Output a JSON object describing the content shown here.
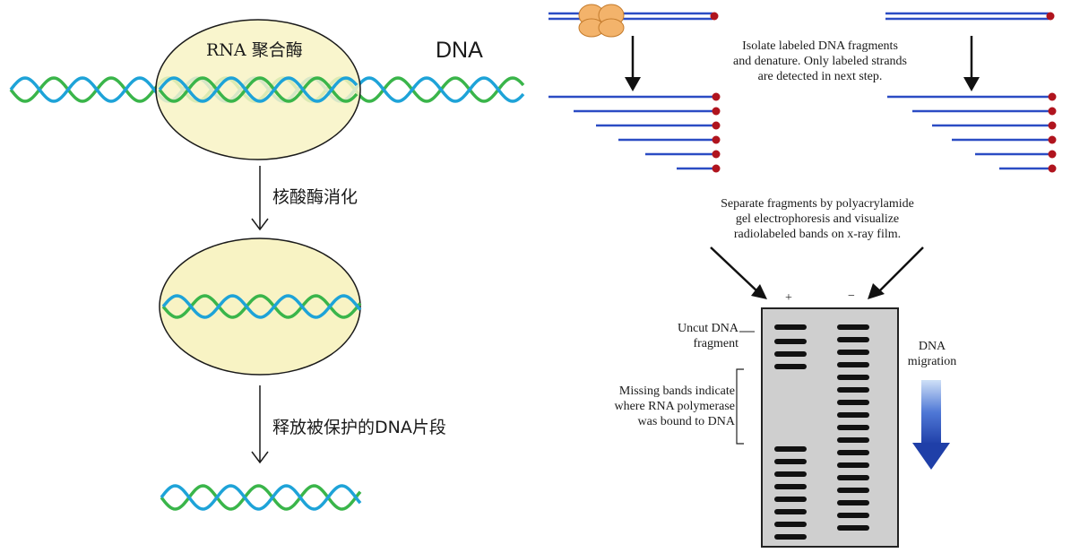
{
  "left_panel": {
    "enzyme_label": "RNA 聚合酶",
    "dna_label": "DNA",
    "step1": "核酸酶消化",
    "step2": "释放被保护的DNA片段"
  },
  "right_panel": {
    "isolate_note": [
      "Isolate labeled DNA fragments",
      "and denature.  Only labeled strands",
      "are detected in next step."
    ],
    "separate_note": [
      "Separate fragments by polyacrylamide",
      "gel electrophoresis and visualize",
      "radiolabeled bands on x-ray film."
    ],
    "lane_plus": "+",
    "lane_minus": "−",
    "uncut_label": [
      "Uncut DNA",
      "fragment"
    ],
    "missing_label": [
      "Missing bands indicate",
      "where RNA polymerase",
      "was bound to DNA"
    ],
    "migration_label": [
      "DNA",
      "migration"
    ]
  },
  "colors": {
    "strand_green": "#3ab54a",
    "strand_blue": "#1ea3d8",
    "enzyme_fill": "#f8f3c4",
    "fragment_blue": "#2b4cc4",
    "label_dot": "#b0141e",
    "gel_gray": "#cfcfcf",
    "band": "#111111",
    "arrow_blue": "#1f3fa8"
  }
}
